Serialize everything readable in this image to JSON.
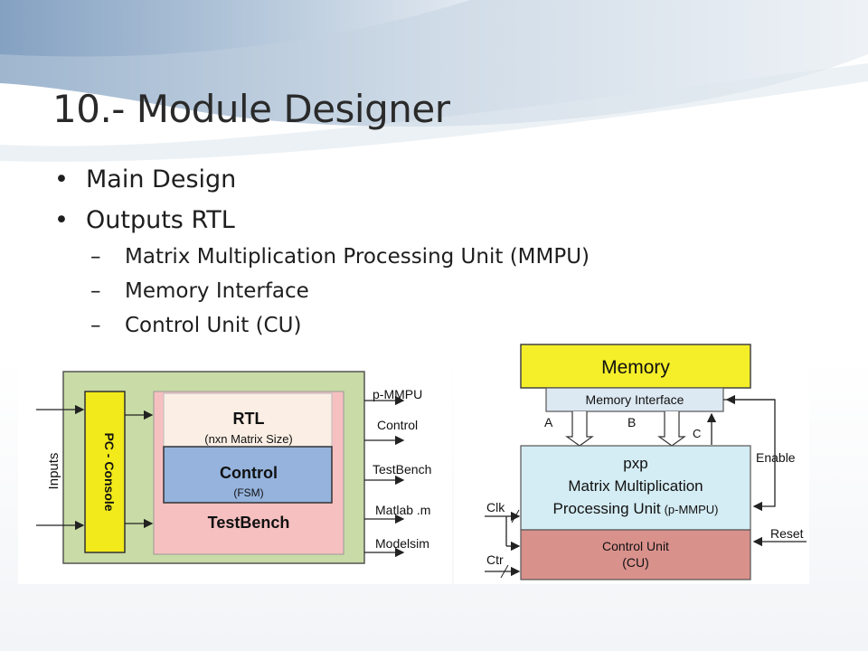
{
  "slide": {
    "title": "10.- Module Designer",
    "bullets": [
      "Main Design",
      "Outputs RTL"
    ],
    "sub_bullets": [
      "Matrix Multiplication Processing Unit (MMPU)",
      "Memory Interface",
      "Control Unit (CU)"
    ]
  },
  "left_diagram": {
    "inputs_label": "Inputs",
    "console_label": "PC - Console",
    "rtl_title": "RTL",
    "rtl_sub": "(nxn Matrix Size)",
    "control_title": "Control",
    "control_sub": "(FSM)",
    "testbench_label": "TestBench",
    "outputs": [
      "p-MMPU",
      "Control",
      "TestBench",
      "Matlab .m",
      "Modelsim"
    ],
    "colors": {
      "outer": "#c9dba6",
      "console": "#f2ea1a",
      "testbench": "#f7c0c0",
      "rtl": "#fbeee4",
      "control": "#95b3dd"
    }
  },
  "right_diagram": {
    "memory_label": "Memory",
    "memory_interface_label": "Memory Interface",
    "a_label": "A",
    "b_label": "B",
    "c_label": "C",
    "enable_label": "Enable",
    "pxp_line1": "pxp",
    "pxp_line2": "Matrix Multiplication",
    "pxp_line3": "Processing Unit",
    "pxp_abbr": "(p-MMPU)",
    "clk_label": "Clk",
    "ctr_label": "Ctr",
    "reset_label": "Reset",
    "cu_line1": "Control Unit",
    "cu_line2": "(CU)",
    "colors": {
      "memory": "#f5ef2a",
      "memory_interface": "#dce8f2",
      "pxp": "#d4ecf3",
      "cu": "#d9918c"
    }
  }
}
